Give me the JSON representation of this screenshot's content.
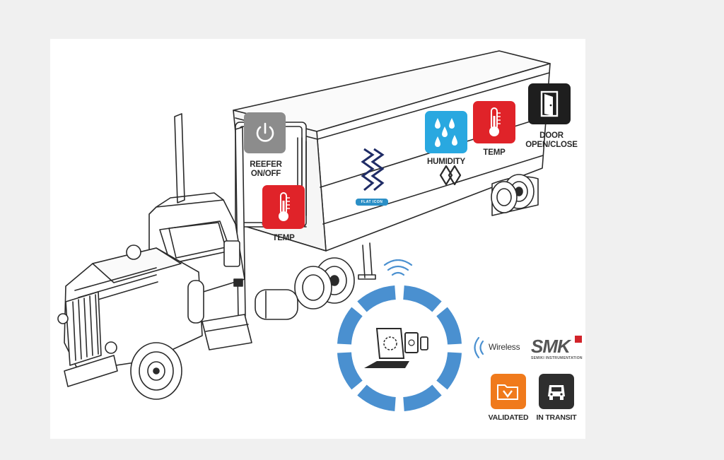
{
  "labels": {
    "reefer": "REEFER ON/OFF",
    "temp_front": "TEMP",
    "humidity": "HUMIDITY",
    "temp_rear": "TEMP",
    "door": "DOOR OPEN/CLOSE",
    "wireless": "Wireless",
    "validated": "VALIDATED",
    "in_transit": "IN TRANSIT",
    "flat_icon": "FLAT ICON"
  },
  "brand": {
    "name": "SMK",
    "tagline": "SEMIKI INSTRUMENTATION"
  },
  "colors": {
    "page_bg": "#f0f0f0",
    "canvas_bg": "#ffffff",
    "power_tile": "#8c8c8c",
    "temp_tile": "#e02329",
    "humidity_tile": "#29a8e0",
    "door_tile": "#1e1e1e",
    "validated_tile": "#f07a1c",
    "transit_tile": "#2e2e2e",
    "ring_blue": "#4a90d0",
    "brand_red": "#d2232a",
    "line": "#2a2a2a"
  },
  "icons": [
    "power-icon",
    "thermometer-icon",
    "humidity-drops-icon",
    "door-icon",
    "folder-check-icon",
    "truck-front-icon",
    "laptop-icon",
    "tablet-icon",
    "phone-icon",
    "wireless-waves-icon"
  ]
}
